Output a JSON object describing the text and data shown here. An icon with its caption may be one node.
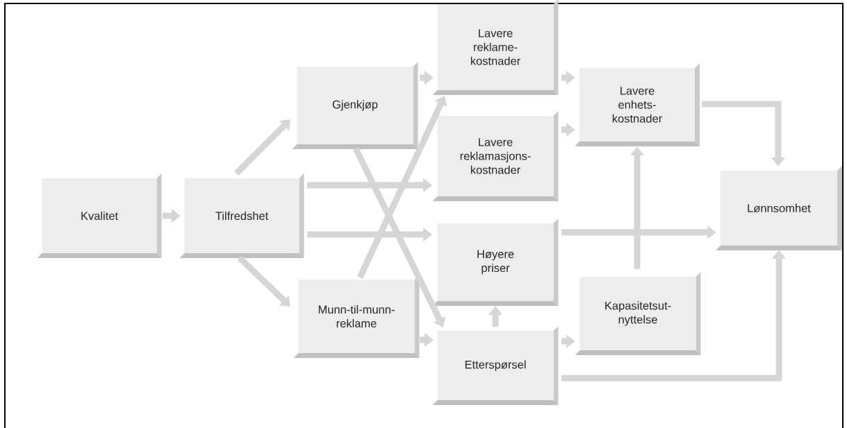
{
  "diagram": {
    "nodes": [
      {
        "text": [
          "Kvalitet"
        ]
      },
      {
        "text": [
          "Tilfredshet"
        ]
      },
      {
        "text": [
          "Gjenkjøp"
        ]
      },
      {
        "text": [
          "Munn-til-munn-reklame"
        ]
      },
      {
        "text": [
          "Lavere reklame-kostnader"
        ]
      },
      {
        "text": [
          "Lavere reklamasjons-kostnader"
        ]
      },
      {
        "text": [
          "Høyere priser"
        ]
      },
      {
        "text": [
          "Etterspørsel"
        ]
      },
      {
        "text": [
          "Lavere enhets-kostnader"
        ]
      },
      {
        "text": [
          "Kapasitetsut-nyttelse"
        ]
      },
      {
        "text": [
          "Lønnsomhet"
        ]
      }
    ],
    "edges": [
      {
        "from": 0,
        "to": 1,
        "arrow": "to"
      },
      {
        "from": 1,
        "to": 2,
        "arrow": "to"
      },
      {
        "from": 1,
        "to": 3,
        "arrow": "to"
      },
      {
        "from": 1,
        "to": 5,
        "arrow": "to"
      },
      {
        "from": 1,
        "to": 6,
        "arrow": "to"
      },
      {
        "from": 2,
        "to": 4,
        "arrow": "to"
      },
      {
        "from": 2,
        "to": 7,
        "arrow": "to"
      },
      {
        "from": 3,
        "to": 4,
        "arrow": "to"
      },
      {
        "from": 3,
        "to": 7,
        "arrow": "to"
      },
      {
        "from": 7,
        "to": 6,
        "arrow": "to"
      },
      {
        "from": 7,
        "to": 9,
        "arrow": "to"
      },
      {
        "from": 9,
        "to": 8,
        "arrow": "to"
      },
      {
        "from": 4,
        "to": 8,
        "arrow": "to"
      },
      {
        "from": 5,
        "to": 8,
        "arrow": "to"
      },
      {
        "from": 8,
        "to": 10,
        "arrow": "to"
      },
      {
        "from": 6,
        "to": 10,
        "arrow": "to"
      },
      {
        "from": 7,
        "to": 10,
        "arrow": "to"
      }
    ]
  }
}
